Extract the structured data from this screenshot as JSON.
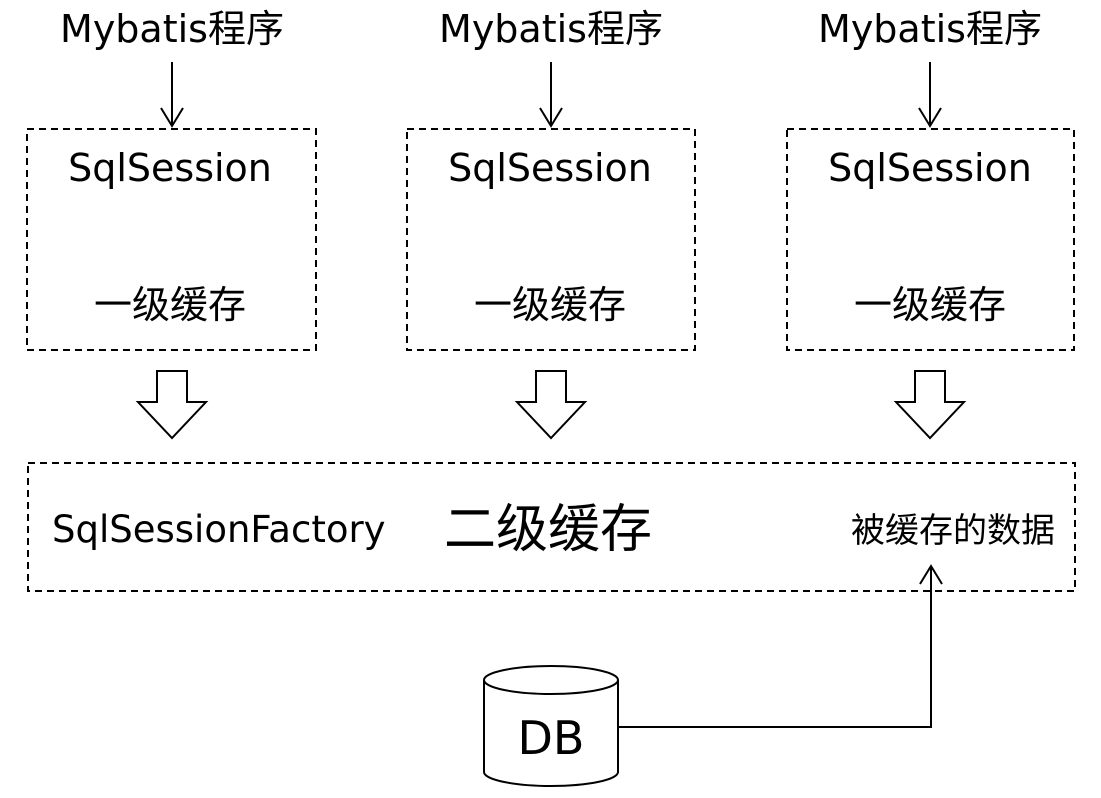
{
  "programs": [
    {
      "label": "Mybatis程序",
      "session": "SqlSession",
      "cache": "一级缓存"
    },
    {
      "label": "Mybatis程序",
      "session": "SqlSession",
      "cache": "一级缓存"
    },
    {
      "label": "Mybatis程序",
      "session": "SqlSession",
      "cache": "一级缓存"
    }
  ],
  "factory": {
    "name": "SqlSessionFactory",
    "cache": "二级缓存",
    "cached_data": "被缓存的数据"
  },
  "database": {
    "label": "DB"
  }
}
